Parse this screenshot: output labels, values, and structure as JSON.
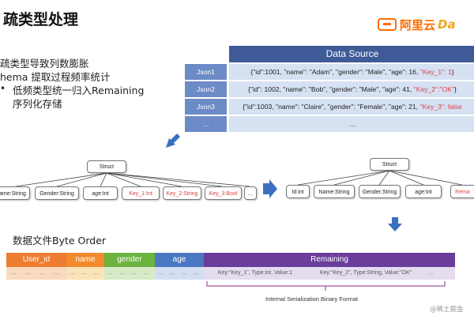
{
  "header": {
    "title": "疏类型处理",
    "logo_text": "阿里云",
    "logo_ext": "Da"
  },
  "bullets": [
    "疏类型导致列数膨胀",
    "hema 提取过程频率统计",
    "低频类型统一归入Remaining",
    "序列化存储"
  ],
  "data_source": {
    "title": "Data Source",
    "rows": [
      {
        "label": "Json1",
        "prefix": "{\"id\":1001, \"name\": \"Adam\", \"gender\": \"Male\", \"age\": 16, ",
        "highlight": "\"Key_1\": 1",
        "suffix": "}"
      },
      {
        "label": "Json2",
        "prefix": "{\"id\": 1002, \"name\": \"Bob\", \"gender\": \"Male\", \"age\": 41, ",
        "highlight": "\"Key_2\":\"OK\"",
        "suffix": "}"
      },
      {
        "label": "Json3",
        "prefix": "{\"id\":1003, \"name\": \"Claire\", \"gender\": \"Female\", \"age\": 21, ",
        "highlight": "\"Key_3\": false",
        "suffix": ""
      },
      {
        "label": "…",
        "prefix": "…",
        "highlight": "",
        "suffix": ""
      }
    ]
  },
  "tree_left": {
    "root": "Struct",
    "children": [
      "name:String",
      "Gender:String",
      "age:Int",
      "Key_1:Int",
      "Key_2:String",
      "Key_3:Bool",
      "…"
    ]
  },
  "tree_right": {
    "root": "Struct",
    "children": [
      "Id:int",
      "Name:String",
      "Gender:String",
      "age:Int",
      "Rema"
    ]
  },
  "byte_order": {
    "label": "数据文件Byte Order",
    "columns": [
      {
        "name": "User_id",
        "color": "#ee7c31"
      },
      {
        "name": "name",
        "color": "#f28a2e"
      },
      {
        "name": "gender",
        "color": "#6cb33f"
      },
      {
        "name": "age",
        "color": "#4a78c2"
      },
      {
        "name": "Remaining",
        "color": "#6a3d9a"
      }
    ],
    "dots": "…",
    "remaining_values": [
      "Key:\"Key_1\", Type:int, Value:1",
      "Key:\"Key_2\", Type:String, Value:\"OK\""
    ],
    "footnote": "Internal Serialization Binary Format"
  },
  "watermark": "@稀土掘金"
}
